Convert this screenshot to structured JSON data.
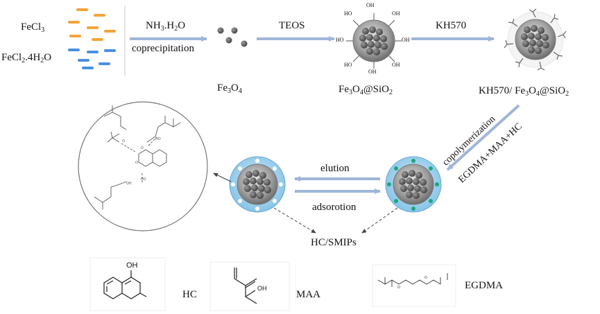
{
  "reagents": {
    "fecl3": "FeCl",
    "fecl3_sub": "3",
    "fecl2_a": "FeCl",
    "fecl2_sub1": "2",
    "fecl2_b": ".4H",
    "fecl2_sub2": "2",
    "fecl2_c": "O"
  },
  "steps": {
    "step1_a": "NH",
    "step1_sub": "3",
    "step1_b": ".H",
    "step1_sub2": "2",
    "step1_c": "O",
    "step1_below": "coprecipitation",
    "step2": "TEOS",
    "step3": "KH570",
    "copolymerization": "copolymerization",
    "copoly_reagents": "EGDMA+MAA+HC",
    "elution": "elution",
    "adsorption": "adsorotion"
  },
  "products": {
    "fe3o4_a": "Fe",
    "fe3o4_s1": "3",
    "fe3o4_b": "O",
    "fe3o4_s2": "4",
    "sio2_a": "Fe",
    "sio2_s1": "3",
    "sio2_b": "O",
    "sio2_s2": "4",
    "sio2_c": "@SiO",
    "sio2_s3": "2",
    "kh_a": "KH570/ Fe",
    "kh_s1": "3",
    "kh_b": "O",
    "kh_s2": "4",
    "kh_c": "@SiO",
    "kh_s3": "2",
    "final": "HC/SMIPs"
  },
  "hydroxyl": "HO",
  "hydroxyl_r": "OH",
  "molecules": {
    "hc": "HC",
    "maa": "MAA",
    "egdma": "EGDMA",
    "hc_oh": "OH",
    "maa_oh": "OH"
  },
  "colors": {
    "arrow": "#9fb6d8",
    "orange": "#f2a43a",
    "blue": "#4a8fe0",
    "shell": "#8ec8ea",
    "green": "#1aa87a",
    "core": "#7a7a7a"
  }
}
